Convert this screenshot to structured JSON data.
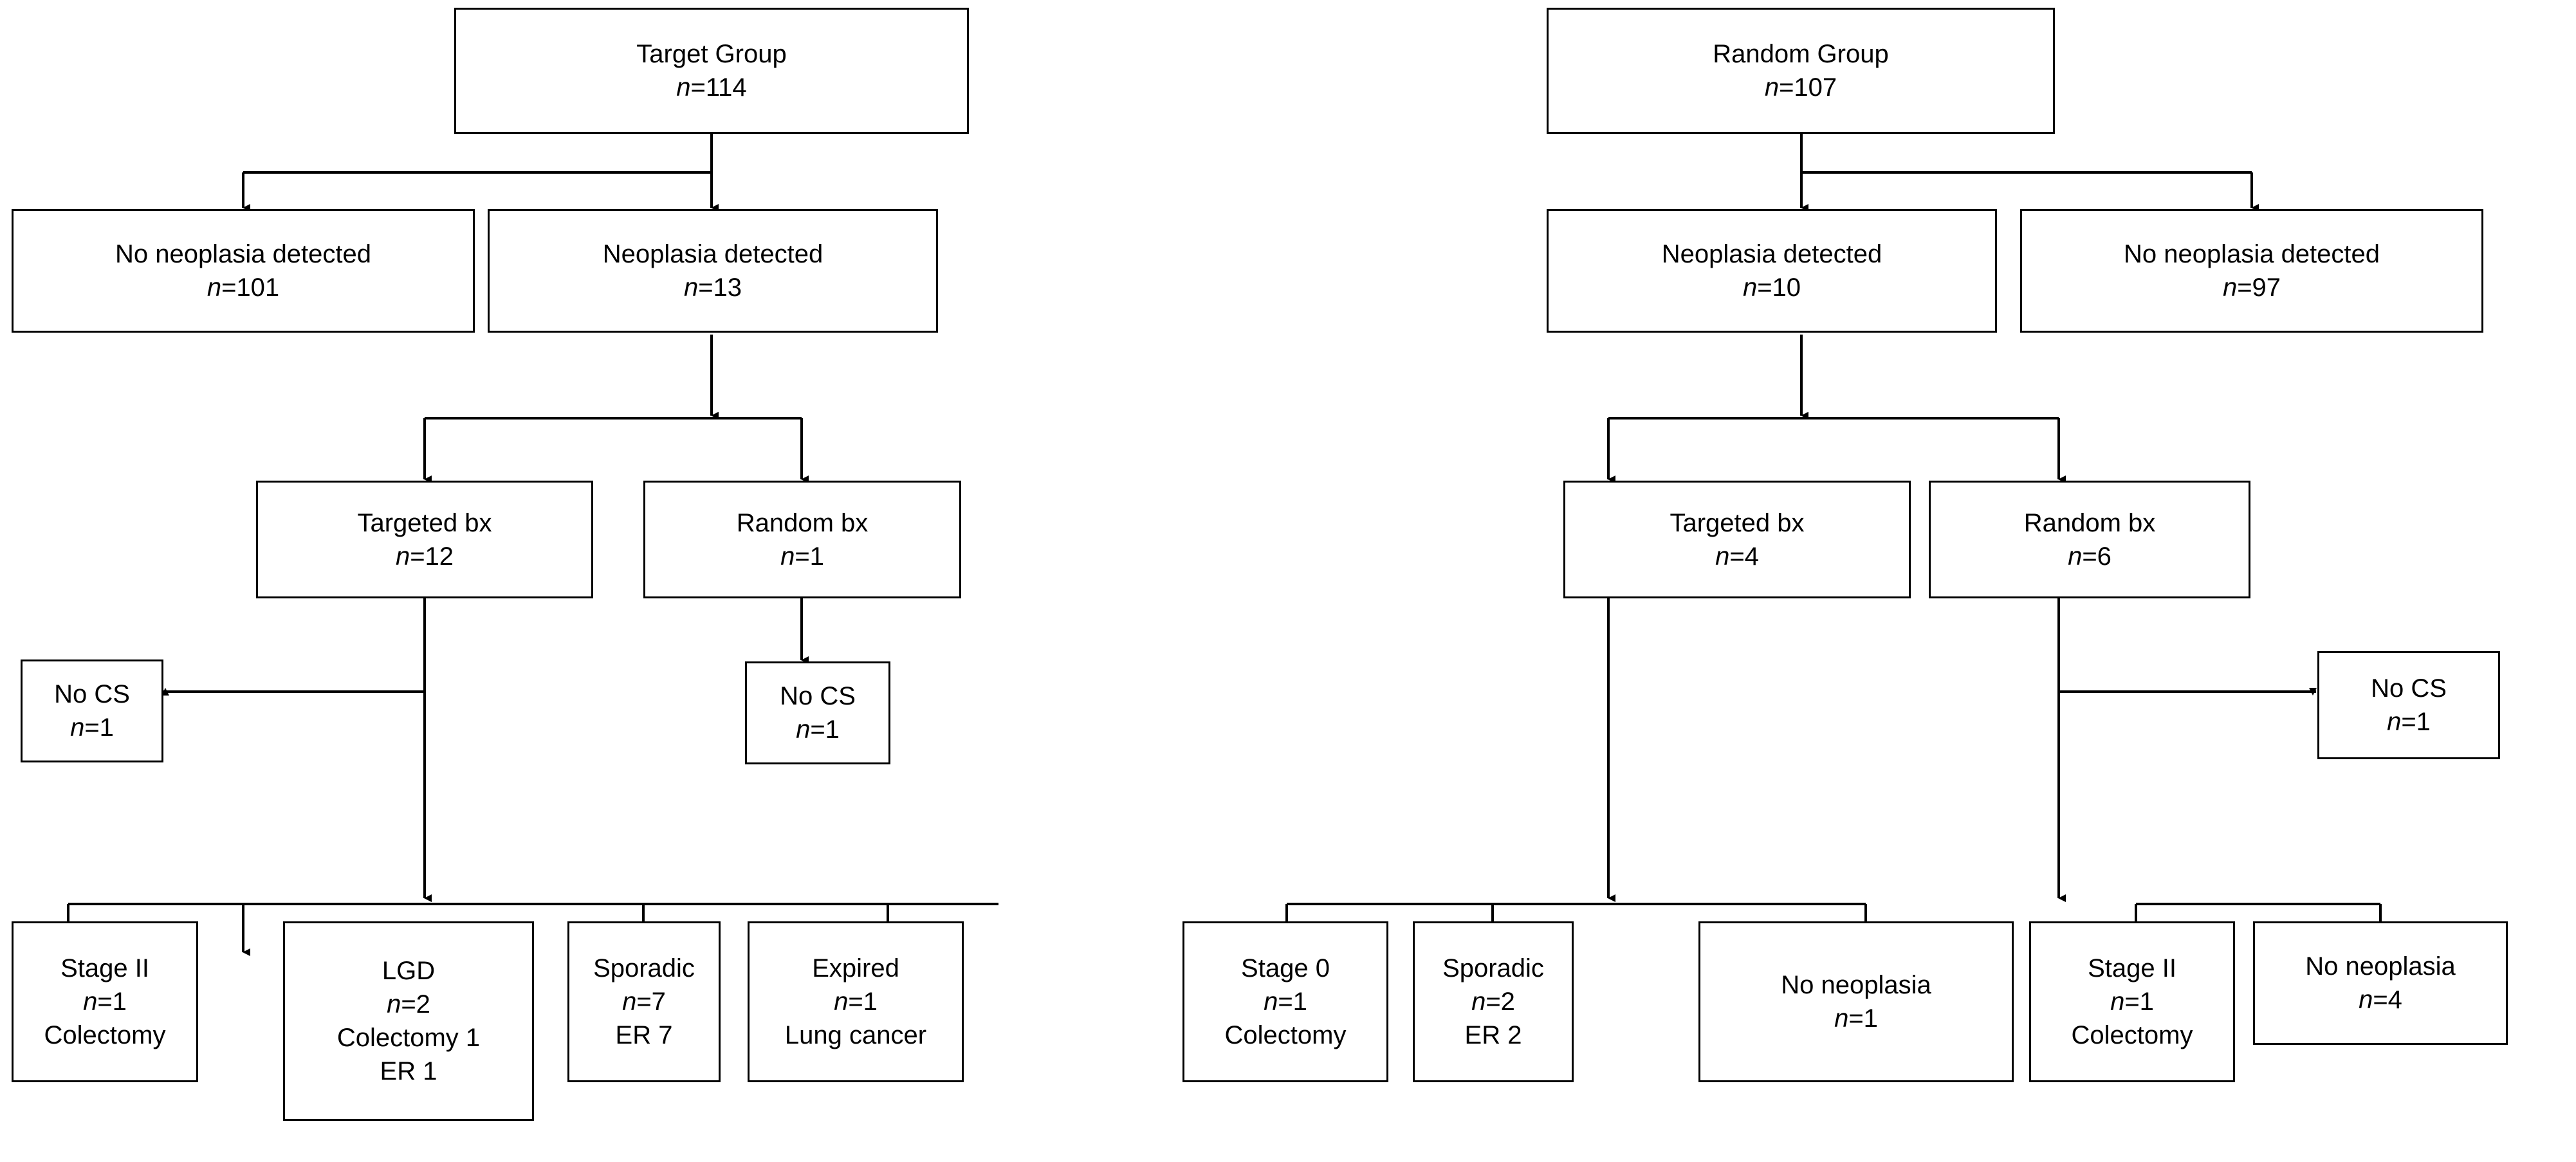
{
  "figure": {
    "type": "flowchart",
    "orientation": "two-panel",
    "panels": [
      {
        "id": "target-panel",
        "root": "Target Group"
      },
      {
        "id": "random-panel",
        "root": "Random Group"
      }
    ]
  },
  "nodes": {
    "target_group": {
      "title": "Target Group",
      "n_label": "n",
      "n_value": "=114"
    },
    "t_no_neoplasia": {
      "title": "No neoplasia detected",
      "n_label": "n",
      "n_value": "=101"
    },
    "t_neoplasia": {
      "title": "Neoplasia detected",
      "n_label": "n",
      "n_value": "=13"
    },
    "t_targeted_bx": {
      "title": "Targeted bx",
      "n_label": "n",
      "n_value": "=12"
    },
    "t_random_bx": {
      "title": "Random bx",
      "n_label": "n",
      "n_value": "=1"
    },
    "t_nocs_left": {
      "title": "No CS",
      "n_label": "n",
      "n_value": "=1"
    },
    "t_nocs_right": {
      "title": "No CS",
      "n_label": "n",
      "n_value": "=1"
    },
    "t_stage2": {
      "title": "Stage II",
      "n_label": "n",
      "n_value": "=1",
      "detail1": "Colectomy"
    },
    "t_lgd": {
      "title": "LGD",
      "n_label": "n",
      "n_value": "=2",
      "detail1": "Colectomy 1",
      "detail2": "ER 1"
    },
    "t_sporadic": {
      "title": "Sporadic",
      "n_label": "n",
      "n_value": "=7",
      "detail1": "ER 7"
    },
    "t_expired": {
      "title": "Expired",
      "n_label": "n",
      "n_value": "=1",
      "detail1": "Lung cancer"
    },
    "random_group": {
      "title": "Random Group",
      "n_label": "n",
      "n_value": "=107"
    },
    "r_neoplasia": {
      "title": "Neoplasia detected",
      "n_label": "n",
      "n_value": "=10"
    },
    "r_no_neoplasia": {
      "title": "No neoplasia detected",
      "n_label": "n",
      "n_value": "=97"
    },
    "r_targeted_bx": {
      "title": "Targeted bx",
      "n_label": "n",
      "n_value": "=4"
    },
    "r_random_bx": {
      "title": "Random bx",
      "n_label": "n",
      "n_value": "=6"
    },
    "r_nocs": {
      "title": "No CS",
      "n_label": "n",
      "n_value": "=1"
    },
    "r_stage0": {
      "title": "Stage 0",
      "n_label": "n",
      "n_value": "=1",
      "detail1": "Colectomy"
    },
    "r_sporadic": {
      "title": "Sporadic",
      "n_label": "n",
      "n_value": "=2",
      "detail1": "ER 2"
    },
    "r_no_neoplasia_t": {
      "title": "No neoplasia",
      "n_label": "n",
      "n_value": "=1"
    },
    "r_stage2": {
      "title": "Stage II",
      "n_label": "n",
      "n_value": "=1",
      "detail1": "Colectomy"
    },
    "r_no_neoplasia_r": {
      "title": "No neoplasia",
      "n_label": "n",
      "n_value": "=4"
    }
  },
  "edges": [
    {
      "from": "target_group",
      "to": "t_no_neoplasia"
    },
    {
      "from": "target_group",
      "to": "t_neoplasia"
    },
    {
      "from": "t_neoplasia",
      "to": "t_targeted_bx"
    },
    {
      "from": "t_neoplasia",
      "to": "t_random_bx"
    },
    {
      "from": "t_targeted_bx",
      "to": "t_nocs_left"
    },
    {
      "from": "t_random_bx",
      "to": "t_nocs_right"
    },
    {
      "from": "t_targeted_bx",
      "to": "t_stage2"
    },
    {
      "from": "t_targeted_bx",
      "to": "t_lgd"
    },
    {
      "from": "t_targeted_bx",
      "to": "t_sporadic"
    },
    {
      "from": "t_targeted_bx",
      "to": "t_expired"
    },
    {
      "from": "random_group",
      "to": "r_neoplasia"
    },
    {
      "from": "random_group",
      "to": "r_no_neoplasia"
    },
    {
      "from": "r_neoplasia",
      "to": "r_targeted_bx"
    },
    {
      "from": "r_neoplasia",
      "to": "r_random_bx"
    },
    {
      "from": "r_random_bx",
      "to": "r_nocs"
    },
    {
      "from": "r_targeted_bx",
      "to": "r_stage0"
    },
    {
      "from": "r_targeted_bx",
      "to": "r_sporadic"
    },
    {
      "from": "r_targeted_bx",
      "to": "r_no_neoplasia_t"
    },
    {
      "from": "r_random_bx",
      "to": "r_stage2"
    },
    {
      "from": "r_random_bx",
      "to": "r_no_neoplasia_r"
    }
  ],
  "style": {
    "line_color": "#000000",
    "box_border_color": "#000000",
    "box_fill": "#ffffff",
    "text_color": "#000000",
    "page_background": "#ffffff"
  }
}
